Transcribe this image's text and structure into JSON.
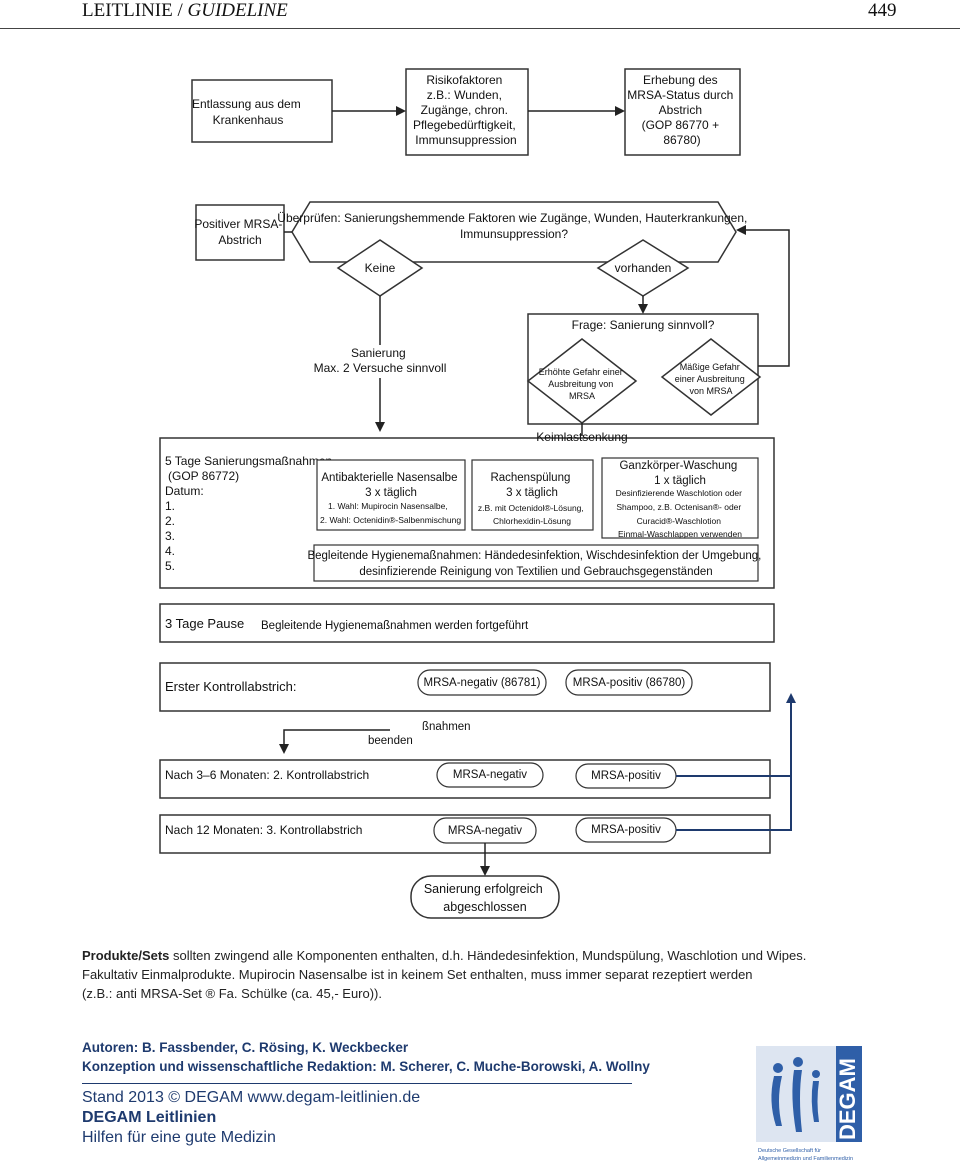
{
  "header": {
    "left_plain": "LEITLINIE / ",
    "left_italic": "GUIDELINE",
    "page": "449"
  },
  "flow": {
    "discharge": [
      "Entlassung aus dem",
      "Krankenhaus"
    ],
    "risk": [
      "Risikofaktoren",
      "z.B.: Wunden,",
      "Zugänge, chron.",
      "Pflegebedürftigkeit,",
      "Immunsuppression"
    ],
    "survey": [
      "Erhebung des",
      "MRSA-Status durch",
      "Abstrich",
      "(GOP 86770 +",
      "86780)"
    ],
    "positive": [
      "Positiver MRSA-",
      "Abstrich"
    ],
    "check": [
      "Überprüfen: Sanierungshemmende Faktoren wie Zugänge, Wunden, Hauterkrankungen,",
      "Immunsuppression?"
    ],
    "none": "Keine",
    "present": "vorhanden",
    "question": "Frage: Sanierung sinnvoll?",
    "sanierung": [
      "Sanierung",
      "Max. 2 Versuche sinnvoll"
    ],
    "high_risk": [
      "Erhöhte Gefahr einer",
      "Ausbreitung von",
      "MRSA"
    ],
    "mod_risk": [
      "Mäßige Gefahr",
      "einer Ausbreitung",
      "von MRSA"
    ],
    "keimlast": "Keimlastsenkung",
    "five_days": [
      "5 Tage Sanierungsmaßnahmen",
      "(GOP 86772)",
      "Datum:",
      "1.",
      "2.",
      "3.",
      "4.",
      "5."
    ],
    "nasal": [
      "Antibakterielle Nasensalbe",
      "3 x täglich",
      "1. Wahl:  Mupirocin Nasensalbe,",
      "2. Wahl: Octenidin®-Salbenmischung"
    ],
    "rinse": [
      "Rachenspülung",
      "3 x täglich",
      "z.B. mit Octenidol®-Lösung,",
      "Chlorhexidin-Lösung"
    ],
    "body": [
      "Ganzkörper-Waschung",
      "1 x täglich",
      "Desinfizierende Waschlotion oder",
      "Shampoo, z.B. Octenisan®- oder",
      "Curacid®-Waschlotion",
      "Einmal-Waschlappen verwenden"
    ],
    "hygiene": [
      "Begleitende Hygienemaßnahmen: Händedesinfektion, Wischdesinfektion der Umgebung,",
      "desinfizierende Reinigung von Textilien und Gebrauchsgegenständen"
    ],
    "pause": "3 Tage Pause",
    "pause_text": "Begleitende Hygienemaßnahmen werden fortgeführt",
    "first_control": "Erster Kontrollabstrich:",
    "neg1": "MRSA-negativ (86781)",
    "pos1": "MRSA-positiv (86780)",
    "beenden": "beenden",
    "massnahmen": "ßnahmen",
    "second_control": "Nach 3–6 Monaten: 2. Kontrollabstrich",
    "neg2": "MRSA-negativ",
    "pos2": "MRSA-positiv",
    "third_control": "Nach 12 Monaten: 3. Kontrollabstrich",
    "neg3": "MRSA-negativ",
    "pos3": "MRSA-positiv",
    "success": [
      "Sanierung erfolgreich",
      "abgeschlossen"
    ]
  },
  "notes": {
    "products_label": "Produkte/Sets",
    "products_text": "  sollten zwingend alle Komponenten enthalten, d.h. Händedesinfektion, Mundspülung, Waschlotion und Wipes.",
    "line2": "Fakultativ Einmalprodukte. Mupirocin Nasensalbe ist in keinem Set enthalten, muss immer separat rezeptiert werden",
    "line3": "(z.B.: anti MRSA-Set ® Fa. Schülke (ca. 45,- Euro))."
  },
  "credits": {
    "authors": "Autoren: B. Fassbender, C. Rösing, K. Weckbecker",
    "editors": "Konzeption und wissenschaftliche Redaktion: M. Scherer, C. Muche-Borowski, A. Wollny",
    "stand": "Stand 2013 © DEGAM www.degam-leitlinien.de",
    "name": "DEGAM Leitlinien",
    "tagline": "Hilfen für eine gute Medizin"
  },
  "logo": {
    "wordmark": "DEGAM",
    "caption": [
      "Deutsche Gesellschaft für",
      "Allgemeinmedizin und Familienmedizin"
    ],
    "color": "#2f5fa8"
  }
}
